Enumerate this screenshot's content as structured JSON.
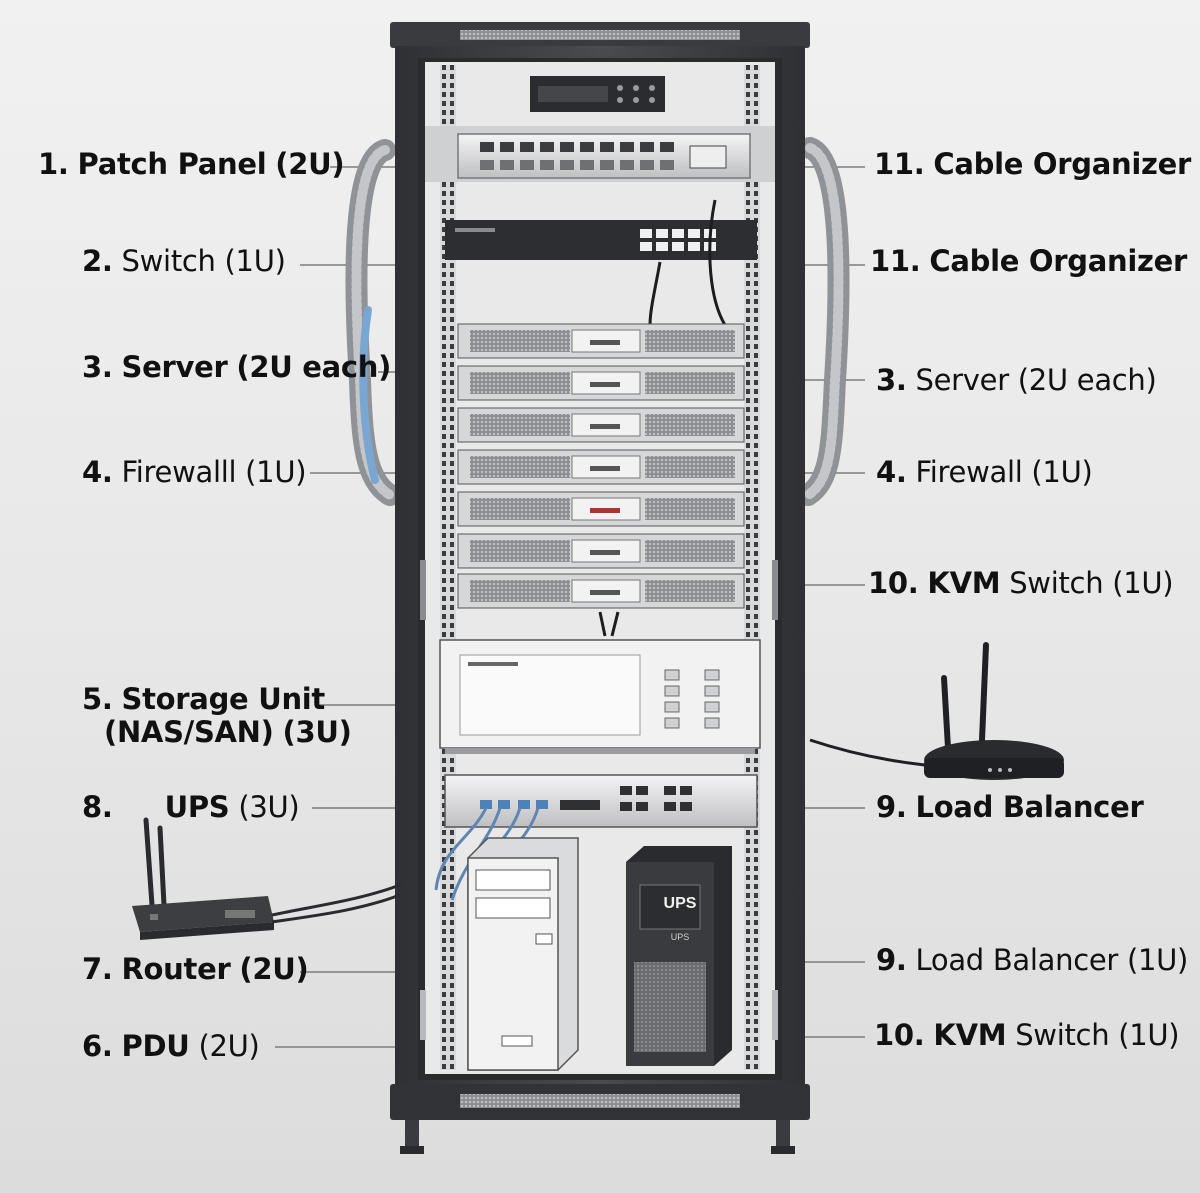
{
  "left_labels": [
    {
      "num": "1.",
      "name": "Patch Panel",
      "size": "(2U)",
      "name_bold": true
    },
    {
      "num": "2.",
      "name": "Switch",
      "size": "(1U)",
      "name_bold": false
    },
    {
      "num": "3.",
      "name": "Server",
      "size": "(2U each)",
      "name_bold": true
    },
    {
      "num": "4.",
      "name": "Firewalll",
      "size": "(1U)",
      "name_bold": false
    },
    {
      "num": "5.",
      "name": "Storage Unit",
      "line2": "(NAS/SAN)",
      "size": "(3U)",
      "name_bold": true
    },
    {
      "num": "8.",
      "name": "UPS",
      "size": "(3U)",
      "name_bold": true
    },
    {
      "num": "7.",
      "name": "Router",
      "size": "(2U)",
      "name_bold": true
    },
    {
      "num": "6.",
      "name": "PDU",
      "size": "(2U)",
      "name_bold": true
    }
  ],
  "right_labels": [
    {
      "num": "11.",
      "name": "Cable Organizer",
      "size": ""
    },
    {
      "num": "11.",
      "name": "Cable Organizer",
      "size": ""
    },
    {
      "num": "3.",
      "name": "Server",
      "size": "(2U each)"
    },
    {
      "num": "4.",
      "name": "Firewall",
      "size": "(1U)"
    },
    {
      "num": "10.",
      "name": "KVM",
      "name2": "Switch",
      "size": "(1U)"
    },
    {
      "num": "9.",
      "name": "Load Balancer",
      "size": ""
    },
    {
      "num": "9.",
      "name": "Load Balancer",
      "size": "(1U)"
    },
    {
      "num": "10.",
      "name": "KVM",
      "name2": "Switch",
      "size": "(1U)"
    }
  ],
  "device_text": {
    "ups_front": "UPS",
    "ups_small": "UPS"
  },
  "colors": {
    "rack_frame": "#3b3c3f",
    "rack_inner": "#2c2d30",
    "device_silver": "#d9dadc",
    "cable_blue": "#6f8fb5",
    "background": "#ececec"
  }
}
